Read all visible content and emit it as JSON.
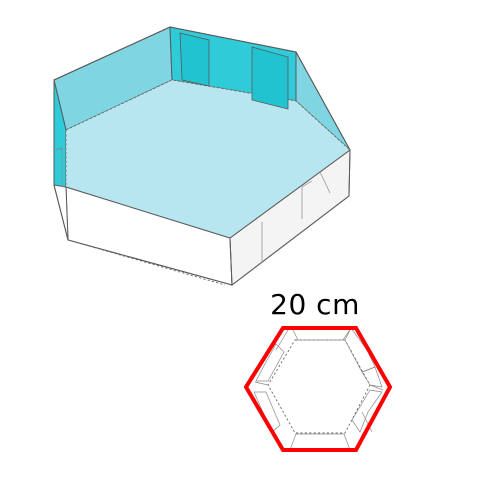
{
  "figure": {
    "dimension_label": "20 cm",
    "colors": {
      "water_fill": "#b7e6f1",
      "water_surface_wall": "#7fd6e2",
      "wall_dark": "#2fc9d6",
      "wall_side_light": "#ffffff",
      "wall_side_shade": "#f2f2f2",
      "outline": "#ff0000"
    },
    "icons": [
      "hexagonal-box-3d",
      "hexagon-top-view"
    ]
  }
}
